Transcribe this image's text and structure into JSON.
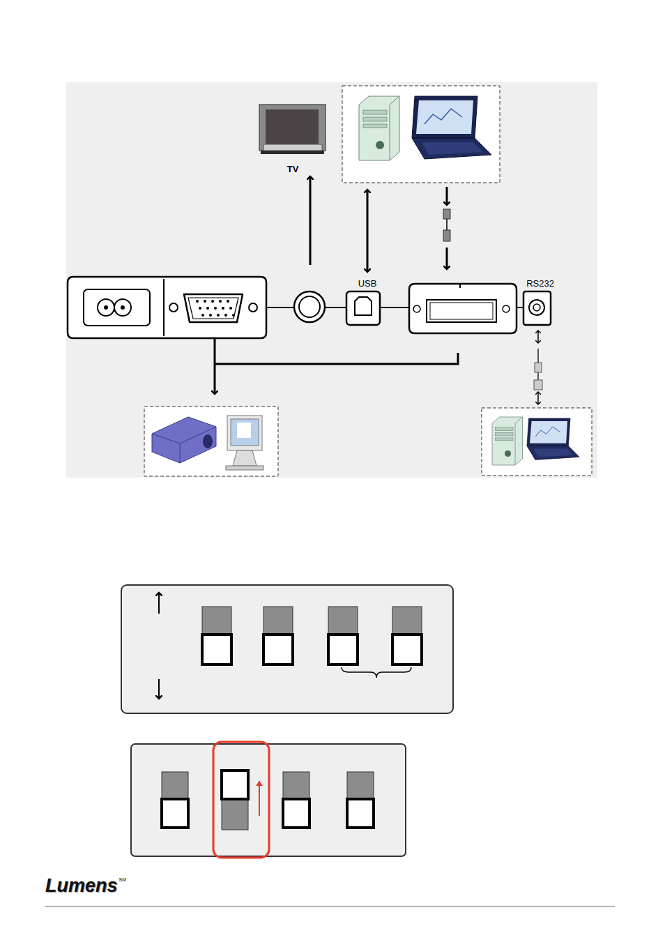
{
  "diagram": {
    "labels": [
      "TV",
      "USB",
      "RS232",
      "Lumens",
      "SM"
    ]
  }
}
